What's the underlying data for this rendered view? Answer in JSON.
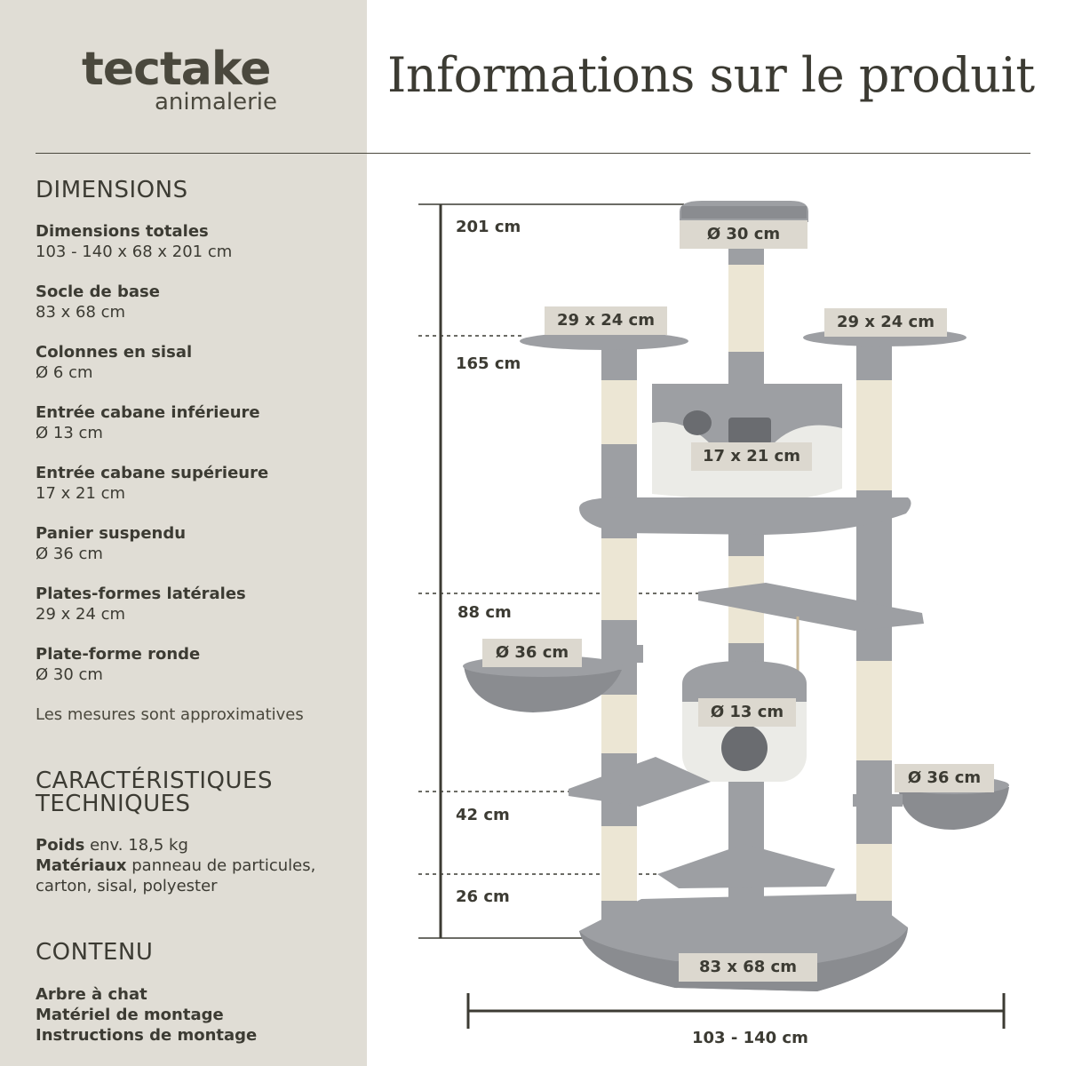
{
  "brand": {
    "name": "tectake",
    "sub": "animalerie"
  },
  "title": "Informations sur le produit",
  "dimensions": {
    "heading": "DIMENSIONS",
    "specs": [
      {
        "label": "Dimensions totales",
        "value": "103 - 140 x 68 x 201 cm"
      },
      {
        "label": "Socle de base",
        "value": "83 x 68 cm"
      },
      {
        "label": "Colonnes en sisal",
        "value": "Ø 6 cm"
      },
      {
        "label": "Entrée cabane inférieure",
        "value": "Ø 13 cm"
      },
      {
        "label": "Entrée cabane supérieure",
        "value": "17 x 21 cm"
      },
      {
        "label": "Panier suspendu",
        "value": "Ø 36 cm"
      },
      {
        "label": "Plates-formes latérales",
        "value": "29 x 24 cm"
      },
      {
        "label": "Plate-forme ronde",
        "value": "Ø 30 cm"
      }
    ],
    "note": "Les mesures sont approximatives"
  },
  "tech": {
    "heading_line1": "CARACTÉRISTIQUES",
    "heading_line2": "TECHNIQUES",
    "weight_label": "Poids",
    "weight_value": "env. 18,5 kg",
    "materials_label": "Matériaux",
    "materials_value": "panneau de particules, carton, sisal, polyester"
  },
  "contents": {
    "heading": "CONTENU",
    "items": [
      "Arbre à chat",
      "Matériel de montage",
      "Instructions de montage"
    ]
  },
  "diagram": {
    "heights": [
      "201 cm",
      "165 cm",
      "88 cm",
      "42 cm",
      "26 cm"
    ],
    "tags": {
      "top_platform": "Ø 30 cm",
      "left_platform": "29 x 24 cm",
      "right_platform": "29 x 24 cm",
      "upper_cabin": "17 x 21 cm",
      "left_basket": "Ø 36 cm",
      "lower_cabin": "Ø 13 cm",
      "right_basket": "Ø 36 cm",
      "base": "83 x 68 cm"
    },
    "width": "103 - 140 cm",
    "colors": {
      "plush": "#9d9fa3",
      "plush_dark": "#8a8c90",
      "sisal": "#ece6d4",
      "cream": "#ebebe7",
      "tag_bg": "#dcd8cf"
    }
  }
}
